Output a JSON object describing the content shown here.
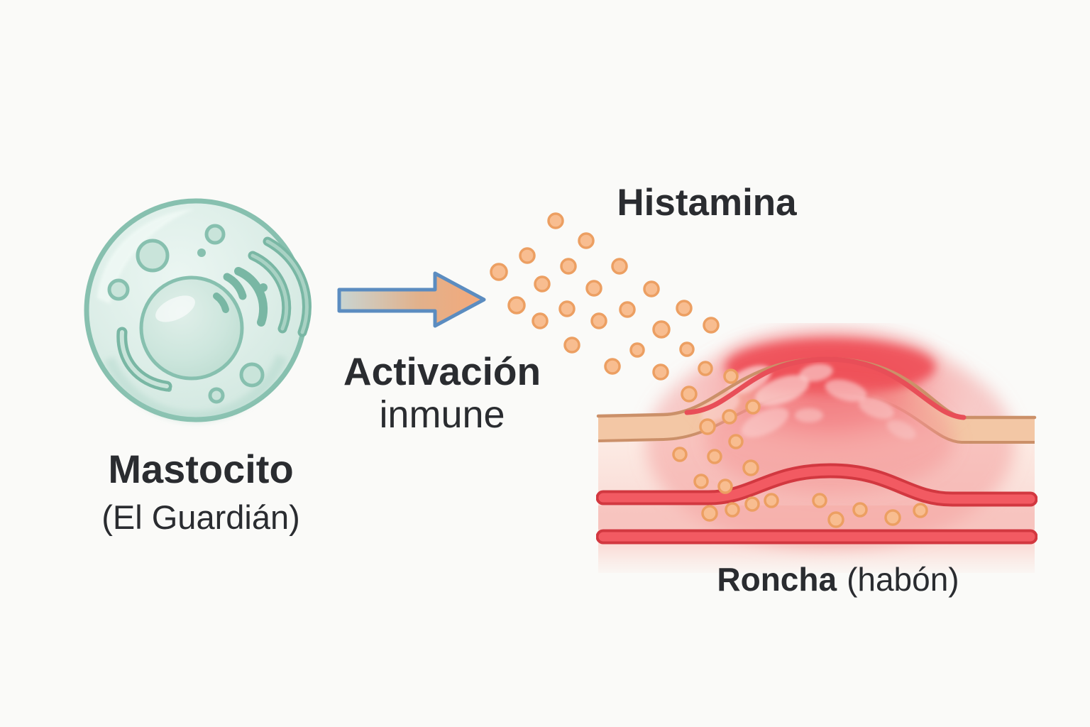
{
  "background_color": "#fafaf8",
  "text_color": "#2a2c30",
  "mast_cell": {
    "label": "Mastocito",
    "sublabel": "(El Guardián)",
    "membrane_color": "#87c0af",
    "body_color": "#ddeee8",
    "nucleus_color": "#c9e3d9",
    "organelle_color": "#79b7a4"
  },
  "activation": {
    "label": "Activación",
    "sublabel": "inmune",
    "arrow_outline_color": "#5b8cc0",
    "arrow_start_color": "#c9d5d2",
    "arrow_end_color": "#f4a87a"
  },
  "histamine": {
    "label": "Histamina",
    "particle_fill": "#f8bd90",
    "particle_stroke": "#ec9f62",
    "particles": [
      [
        783,
        311,
        10
      ],
      [
        826,
        339,
        10
      ],
      [
        743,
        360,
        10
      ],
      [
        703,
        383,
        11
      ],
      [
        801,
        375,
        10
      ],
      [
        873,
        375,
        10
      ],
      [
        764,
        400,
        10
      ],
      [
        837,
        406,
        10
      ],
      [
        918,
        407,
        10
      ],
      [
        728,
        430,
        11
      ],
      [
        799,
        435,
        10
      ],
      [
        884,
        436,
        10
      ],
      [
        964,
        434,
        10
      ],
      [
        761,
        452,
        10
      ],
      [
        844,
        452,
        10
      ],
      [
        932,
        464,
        11
      ],
      [
        1002,
        458,
        10
      ],
      [
        806,
        486,
        10
      ],
      [
        898,
        493,
        9
      ],
      [
        968,
        492,
        9
      ],
      [
        863,
        516,
        10
      ],
      [
        931,
        524,
        10
      ],
      [
        994,
        519,
        9
      ],
      [
        971,
        555,
        10
      ],
      [
        1030,
        530,
        9
      ],
      [
        997,
        601,
        10
      ],
      [
        1028,
        587,
        9
      ],
      [
        1061,
        573,
        9
      ],
      [
        958,
        640,
        9
      ],
      [
        1007,
        643,
        9
      ],
      [
        1037,
        622,
        9
      ],
      [
        1058,
        659,
        10
      ],
      [
        988,
        678,
        9
      ],
      [
        1022,
        685,
        9
      ],
      [
        1000,
        723,
        10
      ],
      [
        1032,
        718,
        9
      ],
      [
        1060,
        710,
        9
      ],
      [
        1087,
        705,
        9
      ],
      [
        1155,
        705,
        9
      ],
      [
        1178,
        732,
        10
      ],
      [
        1212,
        718,
        9
      ],
      [
        1258,
        729,
        10
      ],
      [
        1297,
        719,
        9
      ]
    ]
  },
  "wheal": {
    "label_bold": "Roncha",
    "label_regular": "(habón)",
    "epidermis_color": "#f3c7a5",
    "epidermis_line_color": "#cb9069",
    "dermis_color": "#fbe9e2",
    "inflammation_color": "#f0616a",
    "crest_color": "#e84e58",
    "vessel_fill": "#f25a62",
    "vessel_outline": "#d23840"
  }
}
